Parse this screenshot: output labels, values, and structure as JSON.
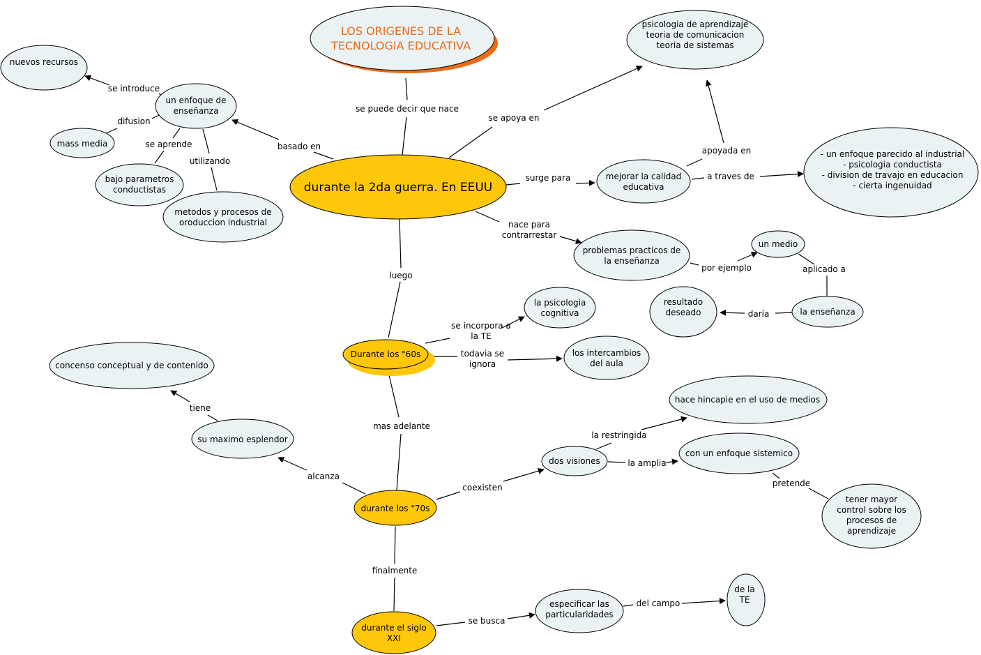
{
  "colors": {
    "concept_fill": "#eaf2f3",
    "highlight_fill": "#ffc70a",
    "title_shadow": "#ee6a15",
    "title_text": "#ec6a1c",
    "line": "#000000"
  },
  "nodes": {
    "title": [
      "LOS ORIGENES DE LA",
      "TECNOLOGIA EDUCATIVA"
    ],
    "main": [
      "durante la 2da guerra. En EEUU"
    ],
    "enfoque": [
      "un enfoque de",
      "enseñanza"
    ],
    "nuevos_recursos": [
      "nuevos recursos"
    ],
    "mass_media": [
      "mass media"
    ],
    "bajo_parametros": [
      "bajo parametros",
      "conductistas"
    ],
    "metodos": [
      "metodos y procesos de",
      "oroduccion industrial"
    ],
    "psicologia": [
      "psicologia de aprendizaje",
      "teoria de comunicacion",
      "teoria de sistemas"
    ],
    "mejorar": [
      "mejorar la calidad",
      "educativa"
    ],
    "enfoque_parecido": [
      "- un enfoque parecido al industrial",
      "- psicologia conductista",
      "- division de travajo en educacion",
      "- cierta ingenuidad"
    ],
    "problemas": [
      "problemas practicos de",
      "la enseñanza"
    ],
    "un_medio": [
      "un medio"
    ],
    "la_ensenanza": [
      "la enseñanza"
    ],
    "resultado": [
      "resultado",
      "deseado"
    ],
    "sesenta": [
      "Durante los  \"60s"
    ],
    "psicologia_cognitiva": [
      "la psicologia",
      "cognitiva"
    ],
    "intercambios": [
      "los intercambios",
      "del aula"
    ],
    "setenta": [
      "durante los \"70s"
    ],
    "esplendor": [
      "su maximo esplendor"
    ],
    "consenso": [
      "concenso conceptual y de contenido"
    ],
    "dos_visiones": [
      "dos visiones"
    ],
    "hincapie": [
      "hace hincapie en el uso de medios"
    ],
    "sistemico": [
      "con un enfoque sistemico"
    ],
    "control": [
      "tener mayor",
      "control sobre los",
      "procesos de",
      "aprendizaje"
    ],
    "siglo": [
      "durante el siglo",
      "XXI"
    ],
    "especificar": [
      "especificar las",
      "particularidades"
    ],
    "de_la_te": [
      "de la",
      "TE"
    ]
  },
  "links": {
    "se_puede": [
      "se puede decir que nace"
    ],
    "basado_en": [
      "basado en"
    ],
    "se_introduce": [
      "se introduce"
    ],
    "difusion": [
      "difusion"
    ],
    "se_aprende": [
      "se aprende"
    ],
    "utilizando": [
      "utilizando"
    ],
    "se_apoya": [
      "se apoya en"
    ],
    "surge_para": [
      "surge para"
    ],
    "apoyada_en": [
      "apoyada en"
    ],
    "a_traves": [
      "a traves de"
    ],
    "nace_para": [
      "nace para",
      "contrarrestar"
    ],
    "por_ejemplo": [
      "por ejemplo"
    ],
    "aplicado_a": [
      "aplicado a"
    ],
    "daria": [
      "daría"
    ],
    "luego": [
      "luego"
    ],
    "se_incorpora": [
      "se incorpora a",
      "la TE"
    ],
    "todavia": [
      "todavia se",
      "ignora"
    ],
    "mas_adelante": [
      "mas adelante"
    ],
    "tiene": [
      "tiene"
    ],
    "alcanza": [
      "alcanza"
    ],
    "coexisten": [
      "coexisten"
    ],
    "la_restringida": [
      "la restringida"
    ],
    "la_amplia": [
      "la amplia"
    ],
    "pretende": [
      "pretende"
    ],
    "finalmente": [
      "finalmente"
    ],
    "se_busca": [
      "se busca"
    ],
    "del_campo": [
      "del campo"
    ]
  }
}
